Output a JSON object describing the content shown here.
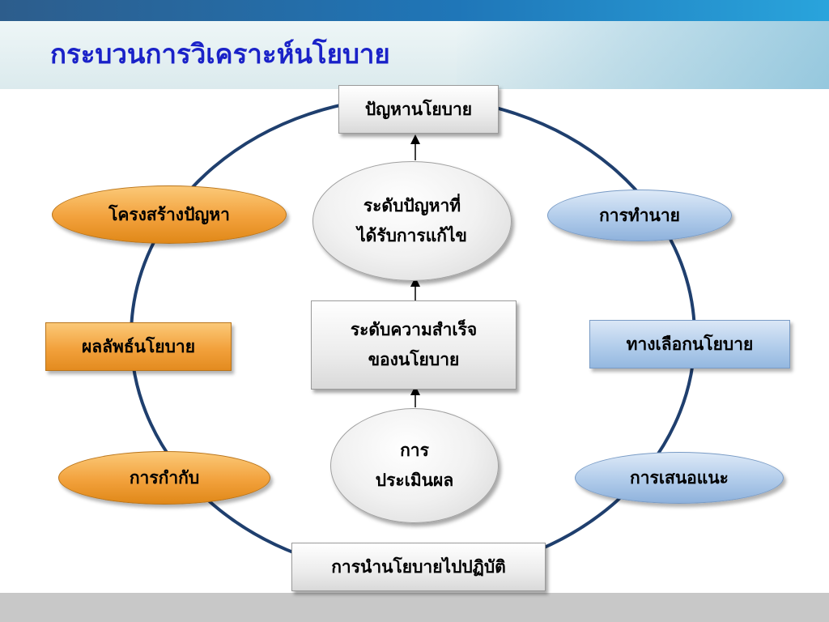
{
  "slide": {
    "title": "กระบวนการวิเคราะห์นโยบาย"
  },
  "cycle": {
    "top": "ปัญหานโยบาย",
    "upper_right": "การทำนาย",
    "right": "ทางเลือกนโยบาย",
    "lower_right": "การเสนอแนะ",
    "bottom": "การนำนโยบายไปปฏิบัติ",
    "lower_left": "การกำกับ",
    "left": "ผลลัพธ์นโยบาย",
    "upper_left": "โครงสร้างปัญหา"
  },
  "center": {
    "problem_level": [
      "ระดับปัญหาที่",
      "ได้รับการแก้ไข"
    ],
    "success_level": [
      "ระดับความสำเร็จ",
      "ของนโยบาย"
    ],
    "evaluation": [
      "การ",
      "ประเมินผล"
    ]
  },
  "colors": {
    "title": "#1a22c8",
    "circle": "#1f3f6e",
    "orange": "#f2a13c",
    "blue": "#b2cdeb",
    "gray": "#ececec"
  }
}
